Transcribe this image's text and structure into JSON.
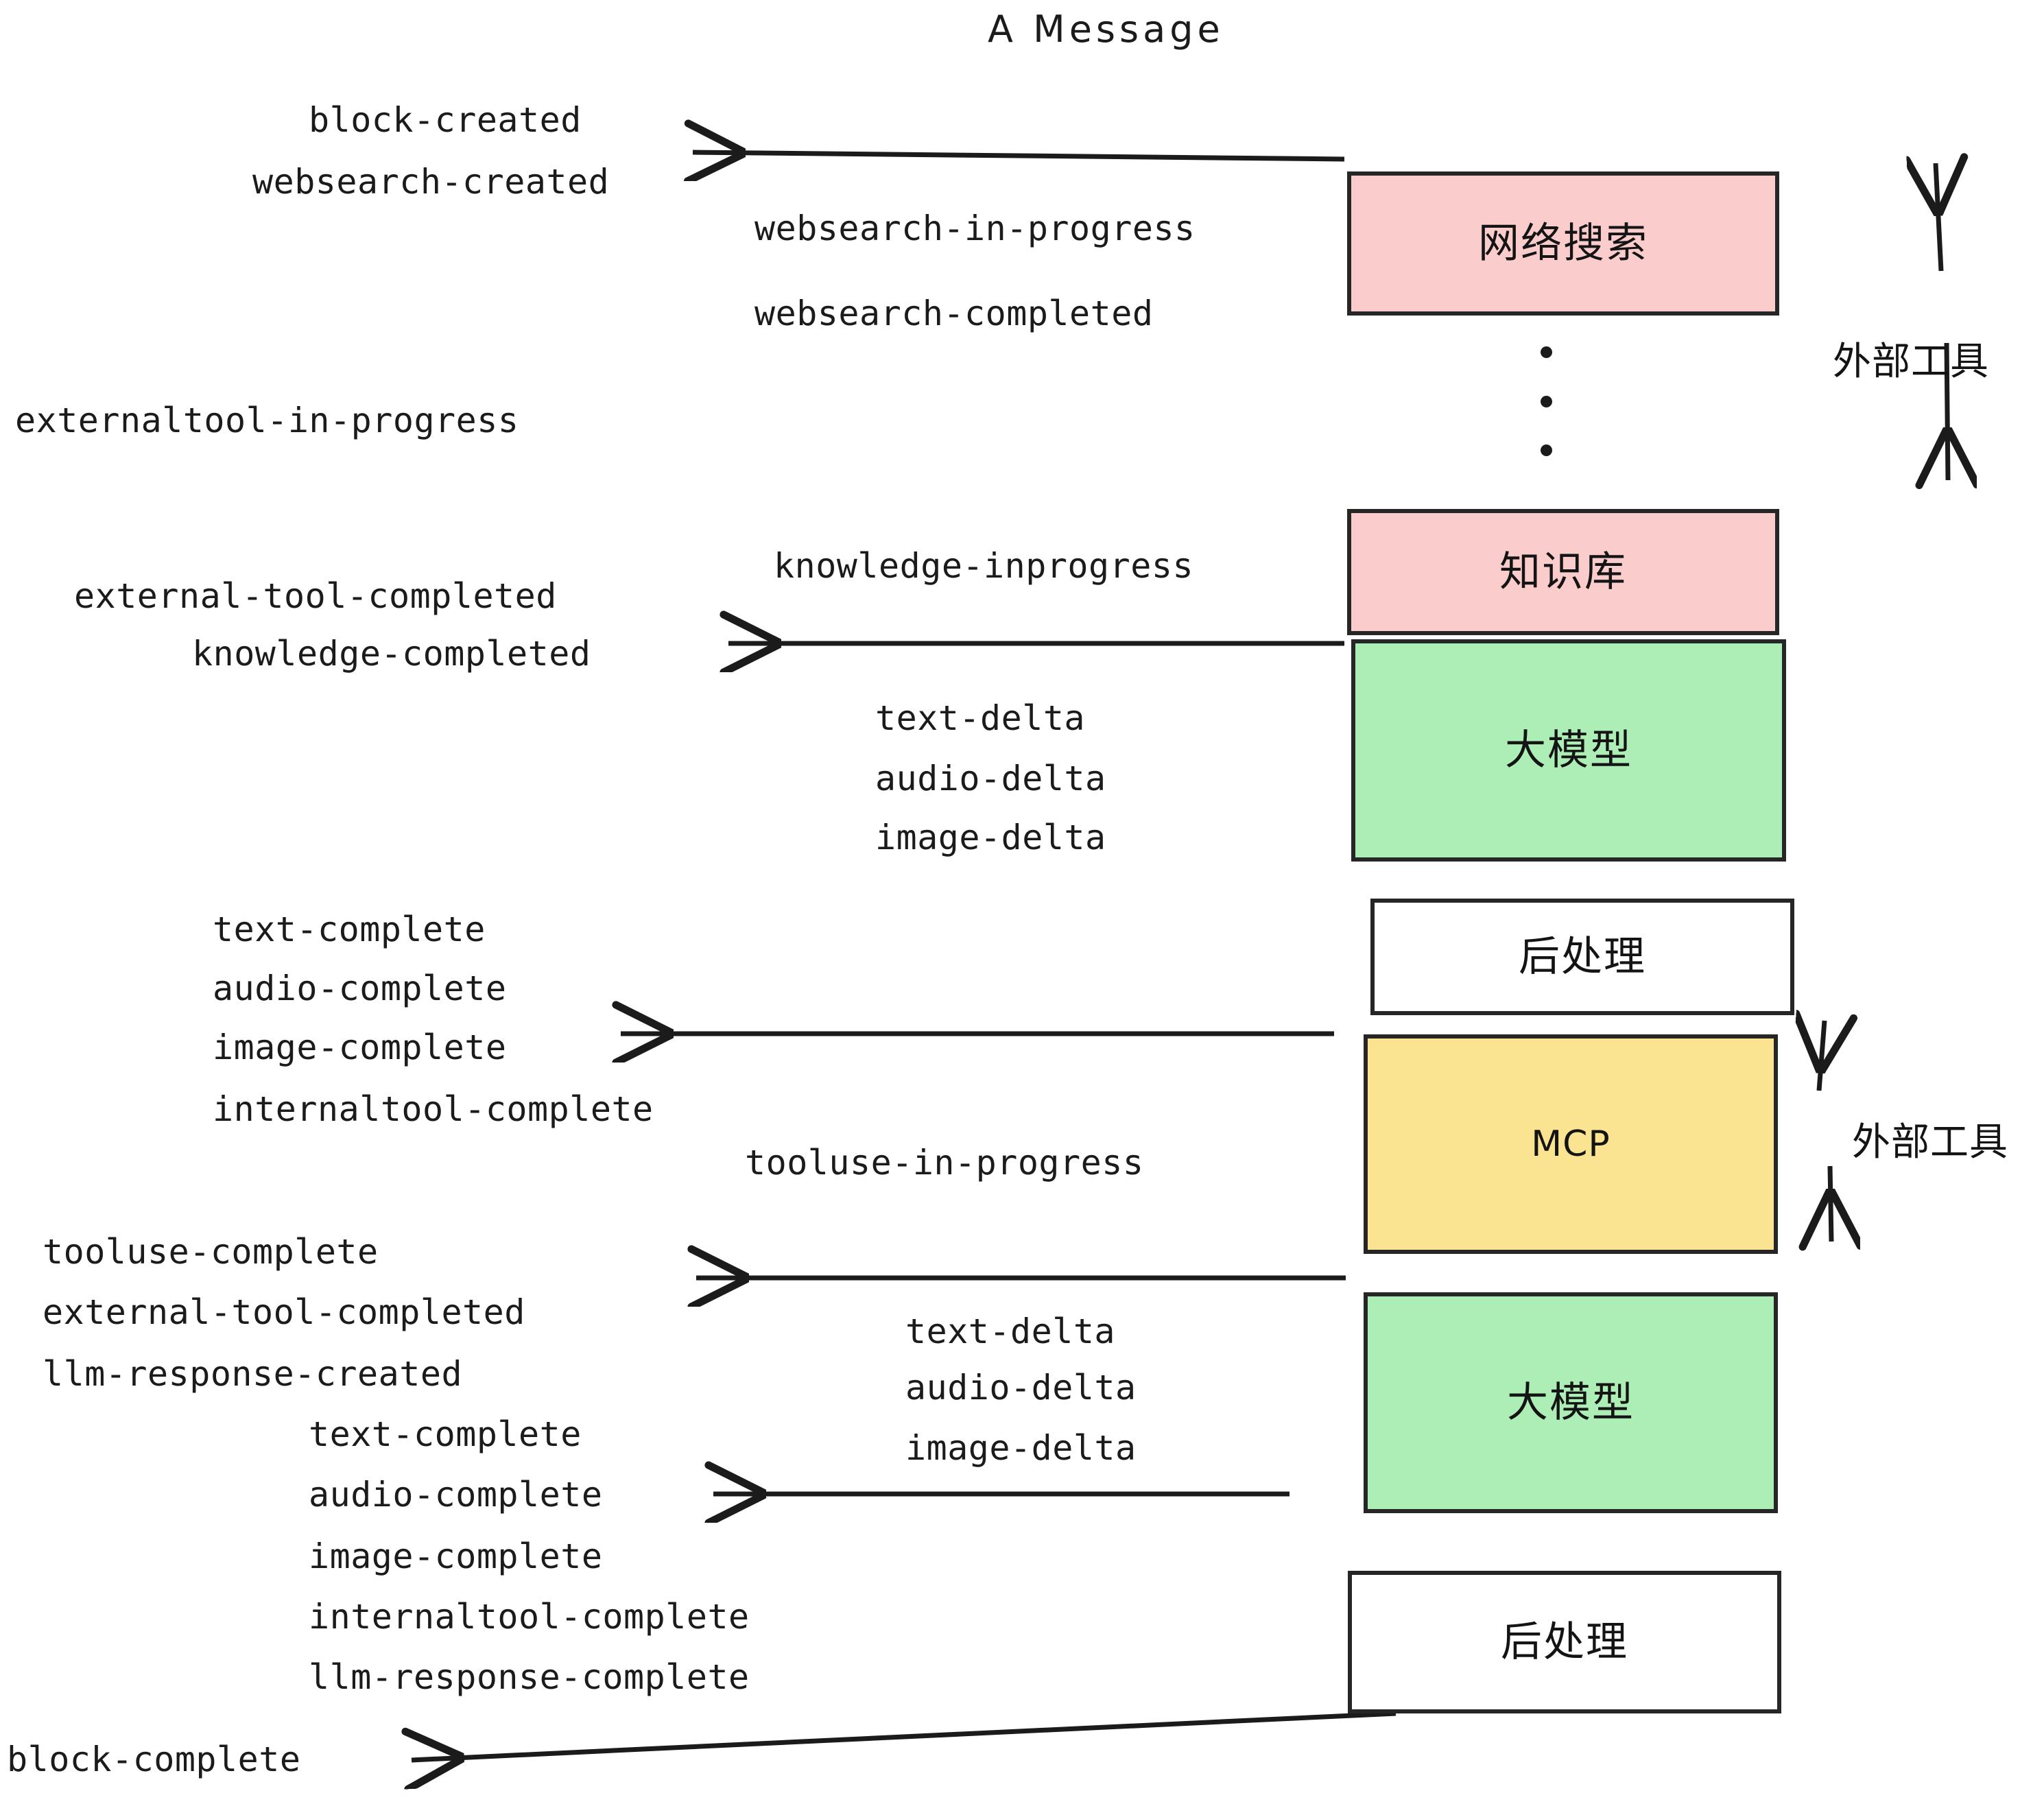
{
  "diagram": {
    "title": "A Message",
    "boxes": [
      {
        "id": "websearch",
        "label": "网络搜索",
        "color": "#fbcccc",
        "kind": "cn"
      },
      {
        "id": "knowledge",
        "label": "知识库",
        "color": "#fbcccc",
        "kind": "cn"
      },
      {
        "id": "llm-top",
        "label": "大模型",
        "color": "#aceeb5",
        "kind": "cn"
      },
      {
        "id": "postprocess-top",
        "label": "后处理",
        "color": "#ffffff",
        "kind": "cn"
      },
      {
        "id": "mcp",
        "label": "MCP",
        "color": "#fae492",
        "kind": "en"
      },
      {
        "id": "llm-bottom",
        "label": "大模型",
        "color": "#aceeb5",
        "kind": "cn"
      },
      {
        "id": "postprocess-bottom",
        "label": "后处理",
        "color": "#ffffff",
        "kind": "cn"
      }
    ],
    "side_labels": [
      {
        "id": "external-tool-top",
        "text": "外部工具"
      },
      {
        "id": "external-tool-bottom",
        "text": "外部工具"
      }
    ],
    "events": [
      {
        "id": "block-created",
        "text": "block-created"
      },
      {
        "id": "websearch-created",
        "text": "websearch-created"
      },
      {
        "id": "websearch-in-progress",
        "text": "websearch-in-progress"
      },
      {
        "id": "websearch-completed",
        "text": "websearch-completed"
      },
      {
        "id": "externaltool-in-progress",
        "text": "externaltool-in-progress"
      },
      {
        "id": "knowledge-inprogress",
        "text": "knowledge-inprogress"
      },
      {
        "id": "external-tool-completed-1",
        "text": "external-tool-completed"
      },
      {
        "id": "knowledge-completed",
        "text": "knowledge-completed"
      },
      {
        "id": "text-delta-1",
        "text": "text-delta"
      },
      {
        "id": "audio-delta-1",
        "text": "audio-delta"
      },
      {
        "id": "image-delta-1",
        "text": "image-delta"
      },
      {
        "id": "text-complete-1",
        "text": "text-complete"
      },
      {
        "id": "audio-complete-1",
        "text": "audio-complete"
      },
      {
        "id": "image-complete-1",
        "text": "image-complete"
      },
      {
        "id": "internaltool-complete-1",
        "text": "internaltool-complete"
      },
      {
        "id": "tooluse-in-progress",
        "text": "tooluse-in-progress"
      },
      {
        "id": "tooluse-complete",
        "text": "tooluse-complete"
      },
      {
        "id": "external-tool-completed-2",
        "text": "external-tool-completed"
      },
      {
        "id": "llm-response-created",
        "text": "llm-response-created"
      },
      {
        "id": "text-delta-2",
        "text": "text-delta"
      },
      {
        "id": "audio-delta-2",
        "text": "audio-delta"
      },
      {
        "id": "image-delta-2",
        "text": "image-delta"
      },
      {
        "id": "text-complete-2",
        "text": "text-complete"
      },
      {
        "id": "audio-complete-2",
        "text": "audio-complete"
      },
      {
        "id": "image-complete-2",
        "text": "image-complete"
      },
      {
        "id": "internaltool-complete-2",
        "text": "internaltool-complete"
      },
      {
        "id": "llm-response-complete",
        "text": "llm-response-complete"
      },
      {
        "id": "block-complete",
        "text": "block-complete"
      }
    ],
    "colors": {
      "stroke": "#262626",
      "text": "#1b1b1b",
      "pink": "#fbcccc",
      "green": "#aceeb5",
      "yellow": "#fae492",
      "white": "#ffffff"
    }
  }
}
